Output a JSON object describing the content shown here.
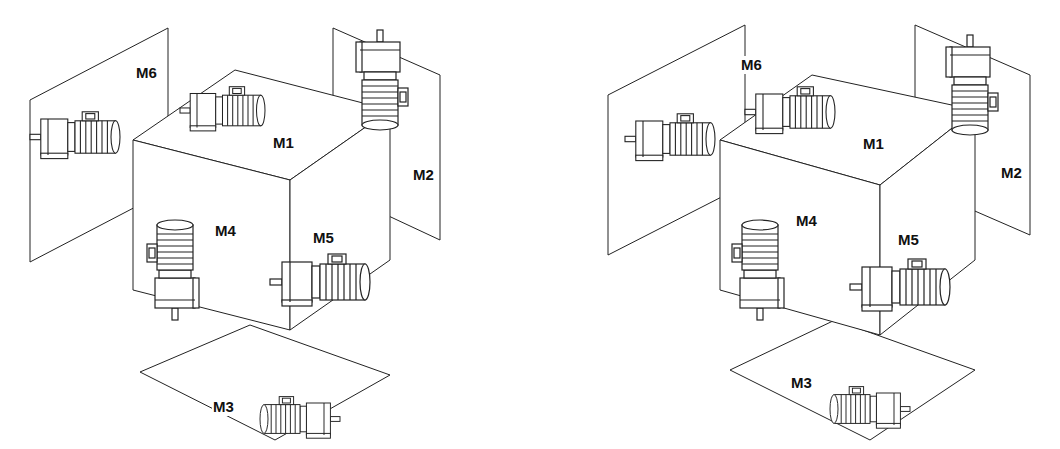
{
  "diagram": {
    "labels": [
      "M6",
      "M1",
      "M2",
      "M4",
      "M5",
      "M3",
      "M6",
      "M1",
      "M2",
      "M4",
      "M5",
      "M3"
    ]
  }
}
